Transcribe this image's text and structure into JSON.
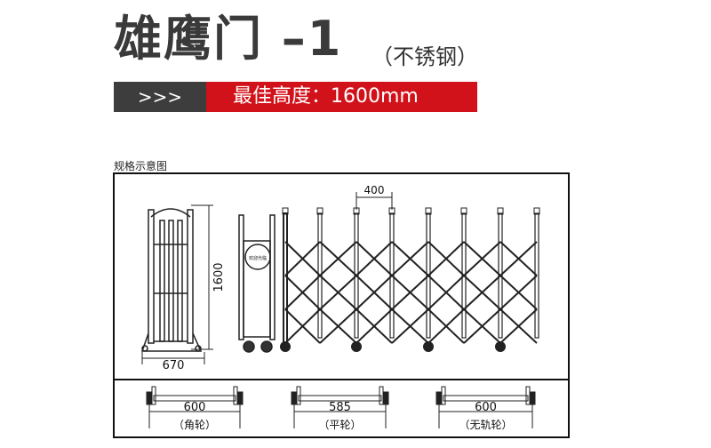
{
  "header": {
    "title": "雄鹰门 –1",
    "subtitle": "（不锈钢）",
    "arrows": ">>>",
    "best_height": "最佳高度：1600mm"
  },
  "diagram": {
    "label": "规格示意图",
    "height_dim": "1600",
    "width_dim": "670",
    "spacing_dim": "400",
    "sign_text": "欢迎光临",
    "wheels": [
      {
        "dim": "600",
        "type": "（角轮）"
      },
      {
        "dim": "585",
        "type": "（平轮）"
      },
      {
        "dim": "600",
        "type": "（无轨轮）"
      }
    ]
  },
  "colors": {
    "red": "#d2121a",
    "dark": "#3d3d3d"
  }
}
